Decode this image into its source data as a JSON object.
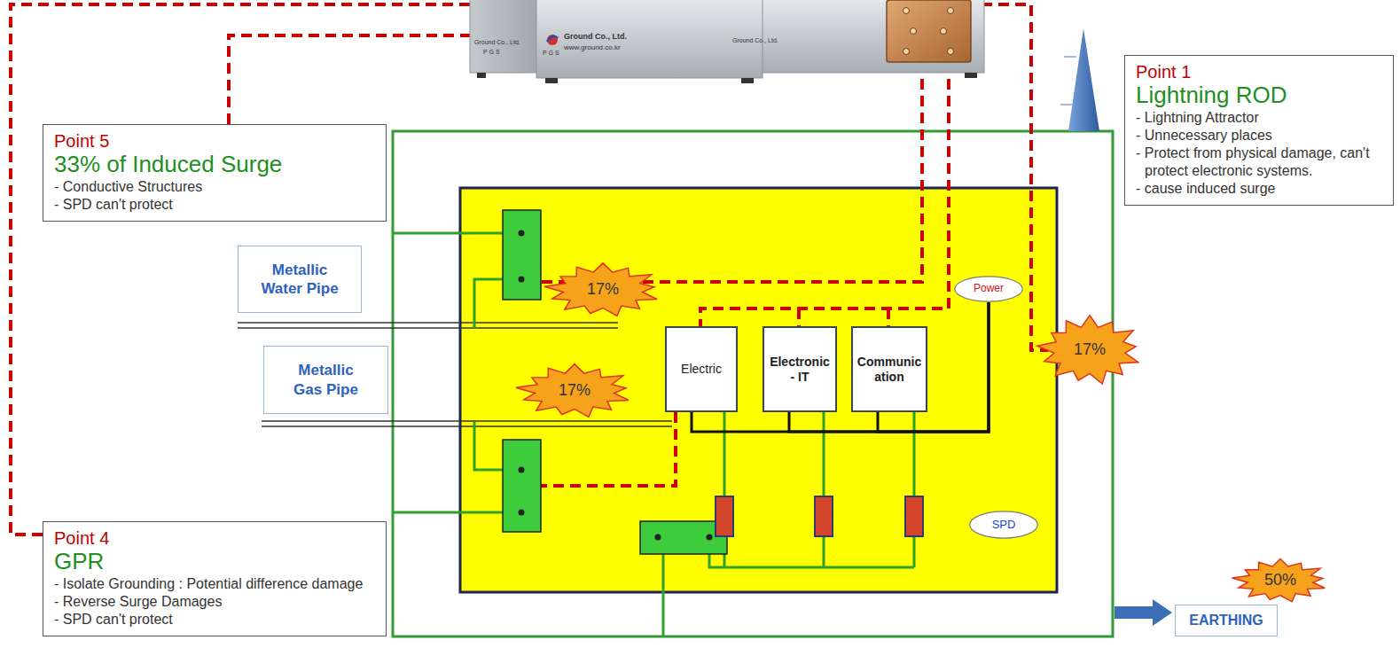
{
  "diagram": {
    "nodes": [
      {
        "text": [
          "Point 1",
          "Lightning ROD",
          "- Lightning Attractor",
          "- Unnecessary places",
          "- Protect from physical damage, can't protect electronic systems.",
          "- cause induced surge"
        ]
      },
      {
        "text": [
          "Point 5",
          "33% of Induced Surge",
          "- Conductive Structures",
          "- SPD can't protect"
        ]
      },
      {
        "text": [
          "Metallic Water Pipe"
        ]
      },
      {
        "text": [
          "Power"
        ]
      },
      {
        "text": [
          "17%"
        ]
      },
      {
        "text": [
          "Electric"
        ]
      },
      {
        "text": [
          "Electronic - IT"
        ]
      },
      {
        "text": [
          "Communication"
        ]
      },
      {
        "text": [
          "17%"
        ]
      },
      {
        "text": [
          "Metallic Gas Pipe"
        ]
      },
      {
        "text": [
          "17%"
        ]
      },
      {
        "text": [
          "SPD"
        ]
      },
      {
        "text": [
          "Point 4",
          "GPR",
          "- Isolate Grounding : Potential difference damage",
          "- Reverse Surge Damages",
          "- SPD can't protect"
        ]
      },
      {
        "text": [
          "50%"
        ]
      },
      {
        "text": [
          "EARTHING"
        ]
      }
    ],
    "edges": [
      {
        "from": 5,
        "to": 3,
        "arrow": "none"
      },
      {
        "from": 6,
        "to": 3,
        "arrow": "none"
      },
      {
        "from": 7,
        "to": 3,
        "arrow": "none"
      }
    ],
    "labels": [
      "Ground Co., Ltd.",
      "P G S",
      "Ground Co., Ltd.",
      "www.ground.co.kr",
      "P G S",
      "Ground Co., Ltd."
    ]
  }
}
